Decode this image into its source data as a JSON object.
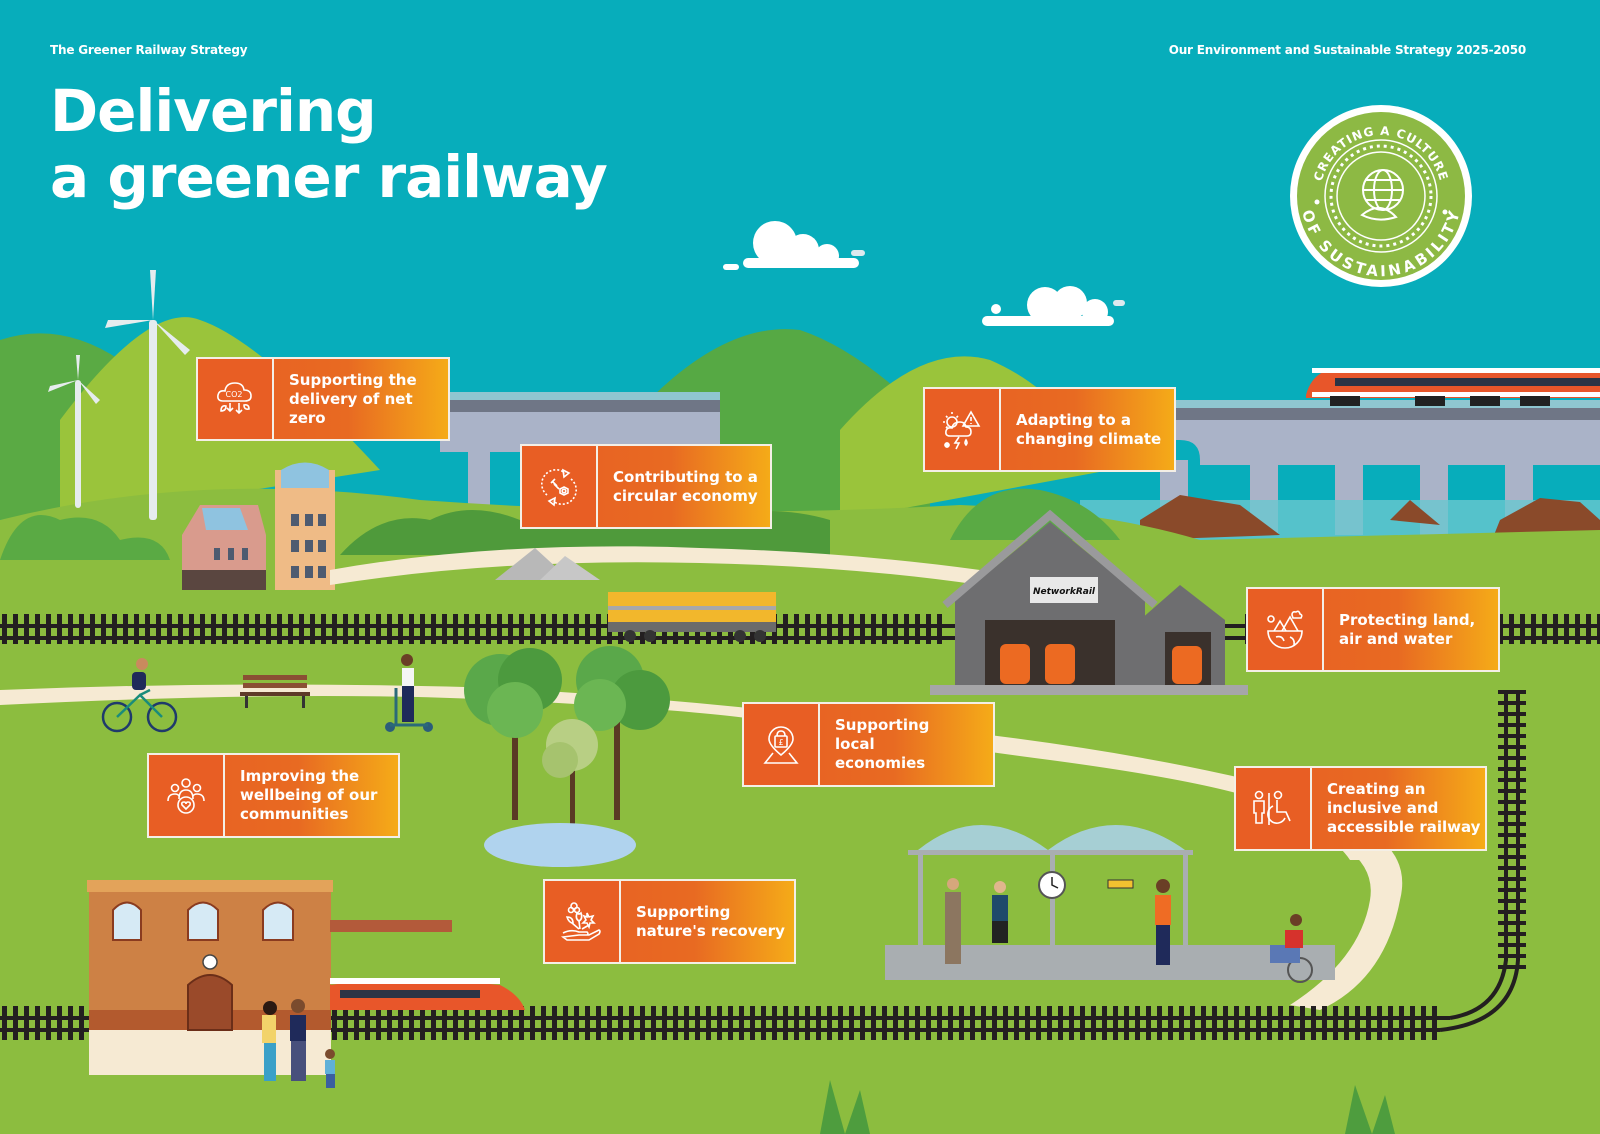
{
  "header": {
    "left_label": "The Greener Railway Strategy",
    "right_label": "Our Environment and Sustainable Strategy 2025-2050",
    "title_line1": "Delivering",
    "title_line2": "a greener railway"
  },
  "badge": {
    "top_text": "CREATING A CULTURE",
    "bottom_text": "OF SUSTAINABILITY",
    "icon": "globe-leaf-icon"
  },
  "cards": [
    {
      "id": "net-zero",
      "label": "Supporting the\ndelivery of net zero",
      "icon": "co2-cloud-icon"
    },
    {
      "id": "circular-economy",
      "label": "Contributing to a\ncircular economy",
      "icon": "recycle-bolt-icon"
    },
    {
      "id": "climate",
      "label": "Adapting to a\nchanging climate",
      "icon": "weather-warning-icon"
    },
    {
      "id": "land-air-water",
      "label": "Protecting land,\nair and water",
      "icon": "earth-nature-icon"
    },
    {
      "id": "local-economies",
      "label": "Supporting\nlocal\neconomies",
      "icon": "pound-location-icon"
    },
    {
      "id": "wellbeing",
      "label": "Improving the\nwellbeing of our\ncommunities",
      "icon": "community-heart-icon"
    },
    {
      "id": "accessible",
      "label": "Creating an\ninclusive and\naccessible railway",
      "icon": "accessibility-icon"
    },
    {
      "id": "nature",
      "label": "Supporting\nnature's recovery",
      "icon": "hand-flowers-icon"
    }
  ],
  "scene": {
    "depot_sign": "NetworkRail"
  },
  "colors": {
    "sky": "#07adbb",
    "grass": "#8cbd3f",
    "card_orange": "#e85e24",
    "card_amber": "#f5ab18",
    "badge_green": "#8db944",
    "path": "#f6ead3",
    "track": "#231f20"
  }
}
